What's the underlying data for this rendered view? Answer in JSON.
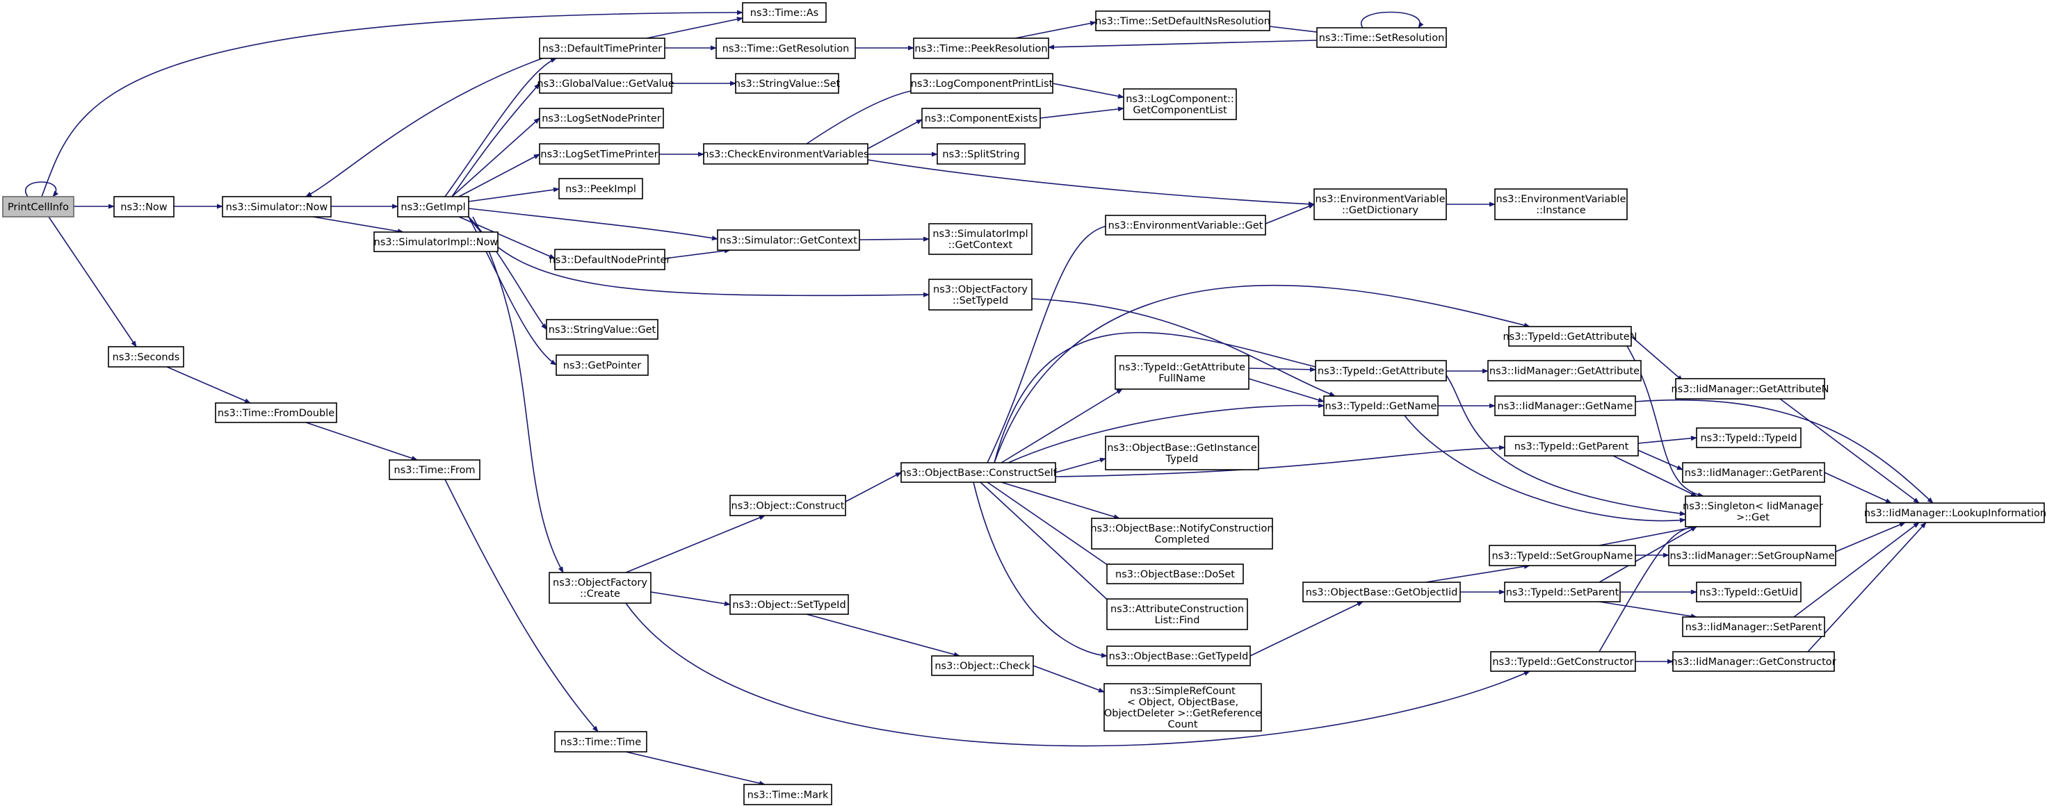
{
  "diagram": {
    "nodes": [
      {
        "id": "n0",
        "lines": [
          "PrintCellInfo"
        ],
        "root": true
      },
      {
        "id": "n1",
        "lines": [
          "ns3::Now"
        ]
      },
      {
        "id": "n2",
        "lines": [
          "ns3::Simulator::Now"
        ]
      },
      {
        "id": "n3",
        "lines": [
          "ns3::GetImpl"
        ]
      },
      {
        "id": "n4",
        "lines": [
          "ns3::Time::As"
        ]
      },
      {
        "id": "n5",
        "lines": [
          "ns3::DefaultTimePrinter"
        ]
      },
      {
        "id": "n6",
        "lines": [
          "ns3::Time::GetResolution"
        ]
      },
      {
        "id": "n7",
        "lines": [
          "ns3::Time::PeekResolution"
        ]
      },
      {
        "id": "n8",
        "lines": [
          "ns3::Time::SetDefaultNsResolution"
        ]
      },
      {
        "id": "n9",
        "lines": [
          "ns3::Time::SetResolution"
        ]
      },
      {
        "id": "n10",
        "lines": [
          "ns3::GlobalValue::GetValue"
        ]
      },
      {
        "id": "n11",
        "lines": [
          "ns3::StringValue::Set"
        ]
      },
      {
        "id": "n12",
        "lines": [
          "ns3::LogSetNodePrinter"
        ]
      },
      {
        "id": "n13",
        "lines": [
          "ns3::LogSetTimePrinter"
        ]
      },
      {
        "id": "n14",
        "lines": [
          "ns3::CheckEnvironmentVariables"
        ]
      },
      {
        "id": "n15",
        "lines": [
          "ns3::LogComponentPrintList"
        ]
      },
      {
        "id": "n16",
        "lines": [
          "ns3::ComponentExists"
        ]
      },
      {
        "id": "n17",
        "lines": [
          "ns3::SplitString"
        ]
      },
      {
        "id": "n18",
        "lines": [
          "ns3::LogComponent::",
          "GetComponentList"
        ]
      },
      {
        "id": "n19",
        "lines": [
          "ns3::PeekImpl"
        ]
      },
      {
        "id": "n20",
        "lines": [
          "ns3::SimulatorImpl::Now"
        ]
      },
      {
        "id": "n21",
        "lines": [
          "ns3::Simulator::GetContext"
        ]
      },
      {
        "id": "n22",
        "lines": [
          "ns3::SimulatorImpl",
          "::GetContext"
        ]
      },
      {
        "id": "n23",
        "lines": [
          "ns3::DefaultNodePrinter"
        ]
      },
      {
        "id": "n24",
        "lines": [
          "ns3::EnvironmentVariable",
          "::GetDictionary"
        ]
      },
      {
        "id": "n25",
        "lines": [
          "ns3::EnvironmentVariable",
          "::Instance"
        ]
      },
      {
        "id": "n26",
        "lines": [
          "ns3::EnvironmentVariable::Get"
        ]
      },
      {
        "id": "n27",
        "lines": [
          "ns3::ObjectFactory",
          "::SetTypeId"
        ]
      },
      {
        "id": "n28",
        "lines": [
          "ns3::StringValue::Get"
        ]
      },
      {
        "id": "n29",
        "lines": [
          "ns3::GetPointer"
        ]
      },
      {
        "id": "n30",
        "lines": [
          "ns3::Seconds"
        ]
      },
      {
        "id": "n31",
        "lines": [
          "ns3::Time::FromDouble"
        ]
      },
      {
        "id": "n32",
        "lines": [
          "ns3::Time::From"
        ]
      },
      {
        "id": "n33",
        "lines": [
          "ns3::ObjectFactory",
          "::Create"
        ]
      },
      {
        "id": "n34",
        "lines": [
          "ns3::Object::Construct"
        ]
      },
      {
        "id": "n35",
        "lines": [
          "ns3::Object::SetTypeId"
        ]
      },
      {
        "id": "n36",
        "lines": [
          "ns3::Object::Check"
        ]
      },
      {
        "id": "n37",
        "lines": [
          "ns3::SimpleRefCount",
          "< Object, ObjectBase,",
          "ObjectDeleter >::GetReference",
          "Count"
        ]
      },
      {
        "id": "n38",
        "lines": [
          "ns3::Time::Time"
        ]
      },
      {
        "id": "n39",
        "lines": [
          "ns3::Time::Mark"
        ]
      },
      {
        "id": "n40",
        "lines": [
          "ns3::ObjectBase::ConstructSelf"
        ]
      },
      {
        "id": "n41",
        "lines": [
          "ns3::TypeId::GetAttribute",
          "FullName"
        ]
      },
      {
        "id": "n42",
        "lines": [
          "ns3::ObjectBase::GetInstance",
          "TypeId"
        ]
      },
      {
        "id": "n43",
        "lines": [
          "ns3::ObjectBase::NotifyConstruction",
          "Completed"
        ]
      },
      {
        "id": "n44",
        "lines": [
          "ns3::ObjectBase::DoSet"
        ]
      },
      {
        "id": "n45",
        "lines": [
          "ns3::AttributeConstruction",
          "List::Find"
        ]
      },
      {
        "id": "n46",
        "lines": [
          "ns3::ObjectBase::GetTypeId"
        ]
      },
      {
        "id": "n47",
        "lines": [
          "ns3::TypeId::GetAttributeN"
        ]
      },
      {
        "id": "n48",
        "lines": [
          "ns3::TypeId::GetAttribute"
        ]
      },
      {
        "id": "n49",
        "lines": [
          "ns3::TypeId::GetName"
        ]
      },
      {
        "id": "n50",
        "lines": [
          "ns3::TypeId::GetParent"
        ]
      },
      {
        "id": "n51",
        "lines": [
          "ns3::ObjectBase::GetObjectIid"
        ]
      },
      {
        "id": "n52",
        "lines": [
          "ns3::TypeId::SetGroupName"
        ]
      },
      {
        "id": "n53",
        "lines": [
          "ns3::TypeId::SetParent"
        ]
      },
      {
        "id": "n54",
        "lines": [
          "ns3::TypeId::GetConstructor"
        ]
      },
      {
        "id": "n55",
        "lines": [
          "ns3::IidManager::GetAttributeN"
        ]
      },
      {
        "id": "n56",
        "lines": [
          "ns3::IidManager::GetAttribute"
        ]
      },
      {
        "id": "n57",
        "lines": [
          "ns3::IidManager::GetName"
        ]
      },
      {
        "id": "n58",
        "lines": [
          "ns3::TypeId::TypeId"
        ]
      },
      {
        "id": "n59",
        "lines": [
          "ns3::IidManager::GetParent"
        ]
      },
      {
        "id": "n60",
        "lines": [
          "ns3::Singleton< IidManager",
          ">::Get"
        ]
      },
      {
        "id": "n61",
        "lines": [
          "ns3::IidManager::SetGroupName"
        ]
      },
      {
        "id": "n62",
        "lines": [
          "ns3::TypeId::GetUid"
        ]
      },
      {
        "id": "n63",
        "lines": [
          "ns3::IidManager::SetParent"
        ]
      },
      {
        "id": "n64",
        "lines": [
          "ns3::IidManager::GetConstructor"
        ]
      },
      {
        "id": "n65",
        "lines": [
          "ns3::IidManager::LookupInformation"
        ]
      }
    ]
  }
}
